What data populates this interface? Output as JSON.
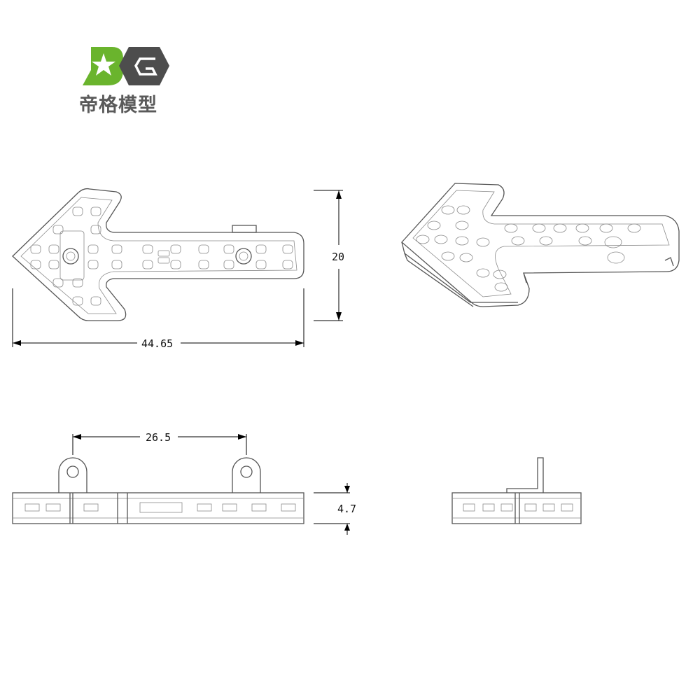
{
  "logo": {
    "brand_text": "帝格模型",
    "icon_left": "star-badge-icon",
    "icon_right": "hexagon-g-icon",
    "colors": {
      "green": "#6ab42d",
      "dark": "#4d4d4d"
    }
  },
  "dimensions": {
    "overall_length": "44.65",
    "height": "20",
    "mount_hole_spacing": "26.5",
    "thickness": "4.7"
  },
  "colors": {
    "line": "#555555",
    "dimension_line": "#000000"
  }
}
